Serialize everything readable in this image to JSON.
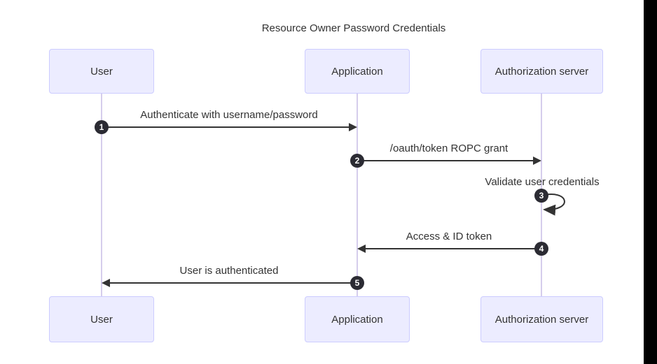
{
  "diagram": {
    "title": "Resource Owner Password Credentials",
    "type": "sequence-diagram"
  },
  "actors": [
    {
      "label": "User"
    },
    {
      "label": "Application"
    },
    {
      "label": "Authorization server"
    }
  ],
  "messages": [
    {
      "seq": "1",
      "text": "Authenticate with username/password",
      "from": "User",
      "to": "Application",
      "direction": "right"
    },
    {
      "seq": "2",
      "text": "/oauth/token ROPC grant",
      "from": "Application",
      "to": "Authorization server",
      "direction": "right"
    },
    {
      "seq": "3",
      "text": "Validate user credentials",
      "from": "Authorization server",
      "to": "Authorization server",
      "direction": "self"
    },
    {
      "seq": "4",
      "text": "Access & ID token",
      "from": "Authorization server",
      "to": "Application",
      "direction": "left"
    },
    {
      "seq": "5",
      "text": "User is authenticated",
      "from": "Application",
      "to": "User",
      "direction": "left"
    }
  ],
  "colors": {
    "background": "#FFFFFF",
    "actor_fill": "#ECECFF",
    "actor_border": "#CCCCFF",
    "lifeline": "#D5CDEC",
    "arrow": "#333333",
    "badge_fill": "#2B2B33",
    "badge_text": "#FFFFFF",
    "text": "#333333",
    "edge_bar": "#000000"
  }
}
